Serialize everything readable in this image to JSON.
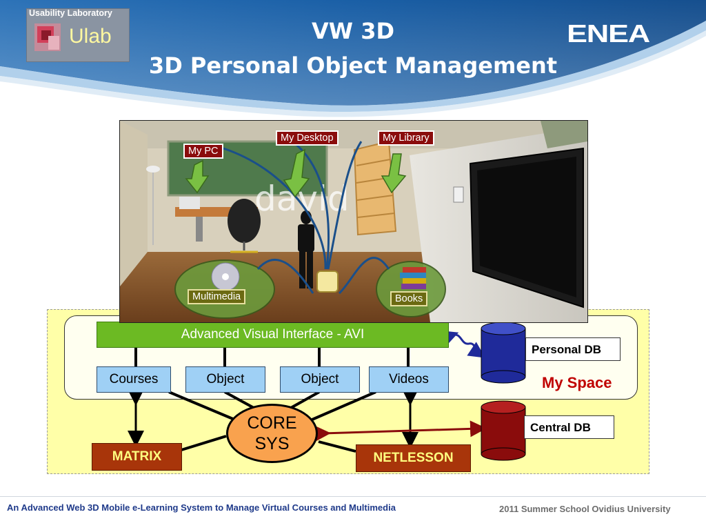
{
  "header": {
    "title_line1": "VW 3D",
    "title_line2": "3D Personal Object Management",
    "logo_caption": "Usability Laboratory",
    "logo_text": "Ulab",
    "partner_logo": "ENEA"
  },
  "scene": {
    "avatar_name": "david",
    "tags": {
      "my_pc": "My PC",
      "my_desktop": "My Desktop",
      "my_library": "My Library",
      "multimedia": "Multimedia",
      "books": "Books"
    }
  },
  "architecture": {
    "avi": "Advanced Visual Interface - AVI",
    "modules": [
      "Courses",
      "Object",
      "Object",
      "Videos"
    ],
    "personal_db": "Personal DB",
    "central_db": "Central DB",
    "my_space": "My Space",
    "core_line1": "CORE",
    "core_line2": "SYS",
    "matrix": "MATRIX",
    "netlesson": "NETLESSON"
  },
  "footer": {
    "left": "An Advanced Web 3D Mobile e-Learning System to Manage  Virtual Courses and Multimedia",
    "right": "2011 Summer School Ovidius University"
  },
  "colors": {
    "header_blue": "#1f5fa8",
    "avi_green": "#6cba23",
    "module_blue": "#9fd0f5",
    "panel_yellow": "#ffffa8",
    "brown": "#a8350a",
    "core_orange": "#f9a24e",
    "myspace_red": "#c00000",
    "personal_db": "#1f2a9a",
    "central_db": "#8a0c0c"
  }
}
